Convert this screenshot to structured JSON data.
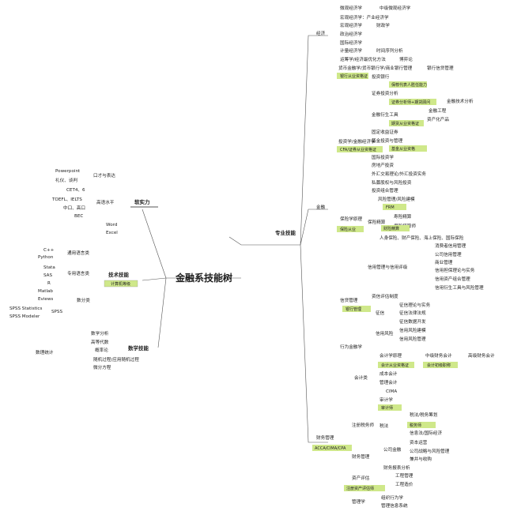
{
  "title": "金融系技能树",
  "branches": {
    "soft": {
      "label": "软实力",
      "items": [
        "Powerpoint",
        "礼仪、谈判",
        "口才与表达",
        "CET4、6",
        "TOEFL、IELTS",
        "高语水平",
        "中口、高口",
        "BEC",
        "Word",
        "Excel"
      ]
    },
    "tech": {
      "label": "技术技能",
      "badge": "计算机等级",
      "items": [
        "C++",
        "Python",
        "通用语言类",
        "Stata",
        "SAS",
        "专用语言类",
        "R",
        "Matlab",
        "Eviews",
        "数分类",
        "SPSS Statistics",
        "SPSS",
        "SPSS Modeler"
      ]
    },
    "math": {
      "label": "数学技能",
      "items": [
        "数学分析",
        "高等代数",
        "概率论",
        "数理统计",
        "随机过程/应用随机过程",
        "微分方程"
      ]
    },
    "pro": {
      "label": "专业技能",
      "econ": {
        "label": "经济",
        "items": [
          "微观经济学",
          "中级微观经济学",
          "宏观经济学：产业经济学",
          "宏观经济学",
          "财政学",
          "政治经济学",
          "国际经济学",
          "计量经济学",
          "时间序列分析",
          "运筹学/经济最优化方法",
          "博弈论"
        ]
      },
      "fin": {
        "label": "金融",
        "items": [
          "货币金融学/货币银行学/商业银行管理",
          "银行信贷管理",
          "银行从业资格证",
          "投资银行",
          "保荐代表人胜任能力",
          "证券投资分析",
          "证券分析师+期货顾问",
          "金融技术分析",
          "金融衍生工具",
          "金融工程",
          "期货从业资格证",
          "资产化产品",
          "固定收益证券",
          "投资学/金融经济学",
          "基金投资与管理",
          "CFA/证券从业资格证",
          "基金从业资格",
          "国际投资学",
          "房地产投资",
          "外汇交易理论/外汇投资实务",
          "私募股权与风险投资",
          "投资组合管理",
          "风险管理/风险建模",
          "FRM",
          "保险学原理",
          "保险精算",
          "寿险精算",
          "保险从业",
          "保险精算师",
          "财险精算",
          "人身保险、财产保险、海上保险、国际保险"
        ]
      },
      "bank": {
        "items": [
          "信贷管理",
          "信用管理与信用评级",
          "消费者信用管理",
          "公司信用管理",
          "商业管理",
          "信用担保理论与实务",
          "信用资产组合管理",
          "信用衍生工具与风险管理",
          "资信评估制度",
          "银行管理",
          "征信理论与实务",
          "征信",
          "征信法律法规",
          "征信数据开发",
          "信用风险",
          "信用风险建模",
          "信用风险管理",
          "行为金融学"
        ]
      },
      "acct": {
        "label": "财务管理",
        "badge": "ACCA/CIMA/CPA",
        "items": [
          "会计学原理",
          "中级财务会计",
          "高级财务会计",
          "会计从业资格证",
          "会计初级职称",
          "成本会计",
          "会计类",
          "管理会计",
          "CIMA",
          "审计学",
          "审计师",
          "税法/税务筹划",
          "税务师",
          "注册税务师",
          "税法",
          "经济法",
          "信息法/国际经济",
          "资本运营",
          "财务管理",
          "公司战略与风险管理",
          "兼并与收购",
          "公司金融",
          "财务报表分析",
          "资产评估",
          "工程管理",
          "注册资产评估师",
          "工程造价",
          "组织行为学",
          "管理学",
          "管理信息系统"
        ]
      }
    }
  },
  "colors": {
    "badge": "#cfe88a",
    "line": "#555555"
  }
}
